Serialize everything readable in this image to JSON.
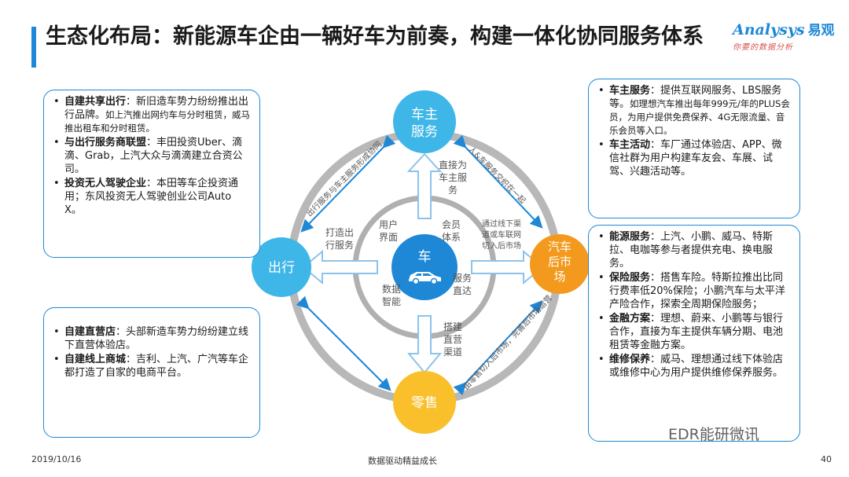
{
  "title": "生态化布局：新能源车企由一辆好车为前奏，构建一体化协同服务体系",
  "logo": {
    "brand": "Analysys",
    "brand_cn": "易观",
    "slogan": "你要的数据分析"
  },
  "boxes": {
    "top_left": [
      {
        "head": "自建共享出行",
        "text": "：新旧造车势力纷纷推出出行品牌。",
        "small": "如上汽推出网约车与分时租赁，威马推出租车和分时租赁。"
      },
      {
        "head": "与出行服务商联盟",
        "text": "：丰田投资Uber、滴滴、Grab，上汽大众与滴滴建立合资公司。",
        "small": ""
      },
      {
        "head": "投资无人驾驶企业",
        "text": "：本田等车企投资通用；东风投资无人驾驶创业公司Auto X。",
        "small": ""
      }
    ],
    "bottom_left": [
      {
        "head": "自建直营店",
        "text": "：头部新造车势力纷纷建立线下直营体验店。"
      },
      {
        "head": "自建线上商城",
        "text": "：吉利、上汽、广汽等车企都打造了自家的电商平台。"
      }
    ],
    "top_right": [
      {
        "head": "车主服务",
        "text": "：提供互联网服务、LBS服务等。",
        "small": "如理想汽车推出每年999元/年的PLUS会员，为用户提供免费保养、4G无限流量、音乐会员等入口。"
      },
      {
        "head": "车主活动",
        "text": "：车厂通过体验店、APP、微信社群为用户构建车友会、车展、试驾、兴趣活动等。",
        "small": ""
      }
    ],
    "bottom_right": [
      {
        "head": "能源服务",
        "text": "：上汽、小鹏、威马、特斯拉、电咖等参与者提供充电、换电服务。"
      },
      {
        "head": "保险服务",
        "text": "：搭售车险。特斯拉推出比同行费率低20%保险；小鹏汽车与太平洋产险合作，探索全周期保险服务；"
      },
      {
        "head": "金融方案",
        "text": "：理想、蔚来、小鹏等与银行合作，直接为车主提供车辆分期、电池租赁等金融方案。"
      },
      {
        "head": "维修保养",
        "text": "：威马、理想通过线下体验店或维修中心为用户提供维修保养服务。"
      }
    ]
  },
  "nodes": {
    "center": "车",
    "top": [
      "车主",
      "服务"
    ],
    "left": "出行",
    "right": [
      "汽车",
      "后市",
      "场"
    ],
    "bottom": "零售"
  },
  "inner_labels": {
    "top_left": [
      "用户",
      "界面"
    ],
    "top_right": [
      "会员",
      "体系"
    ],
    "bottom_left": [
      "数据",
      "智能"
    ],
    "bottom_right": [
      "服务",
      "直达"
    ]
  },
  "arrow_labels": {
    "up": [
      "直接为",
      "车主服",
      "务"
    ],
    "left": [
      "打造出",
      "行服务"
    ],
    "right": [
      "通过线下渠",
      "道或车联网",
      "切入后市场"
    ],
    "down": [
      "搭建",
      "直营",
      "渠道"
    ]
  },
  "arc_labels": {
    "top_left": "出行服务与车主服务形成协同",
    "top_right": "人&车服务交织在一起",
    "bottom_right": "由零售切入后市场，完善后市场运营"
  },
  "footer": {
    "date": "2019/10/16",
    "center": "数据驱动精益成长",
    "page": "40"
  },
  "watermark": "EDR能研微讯"
}
